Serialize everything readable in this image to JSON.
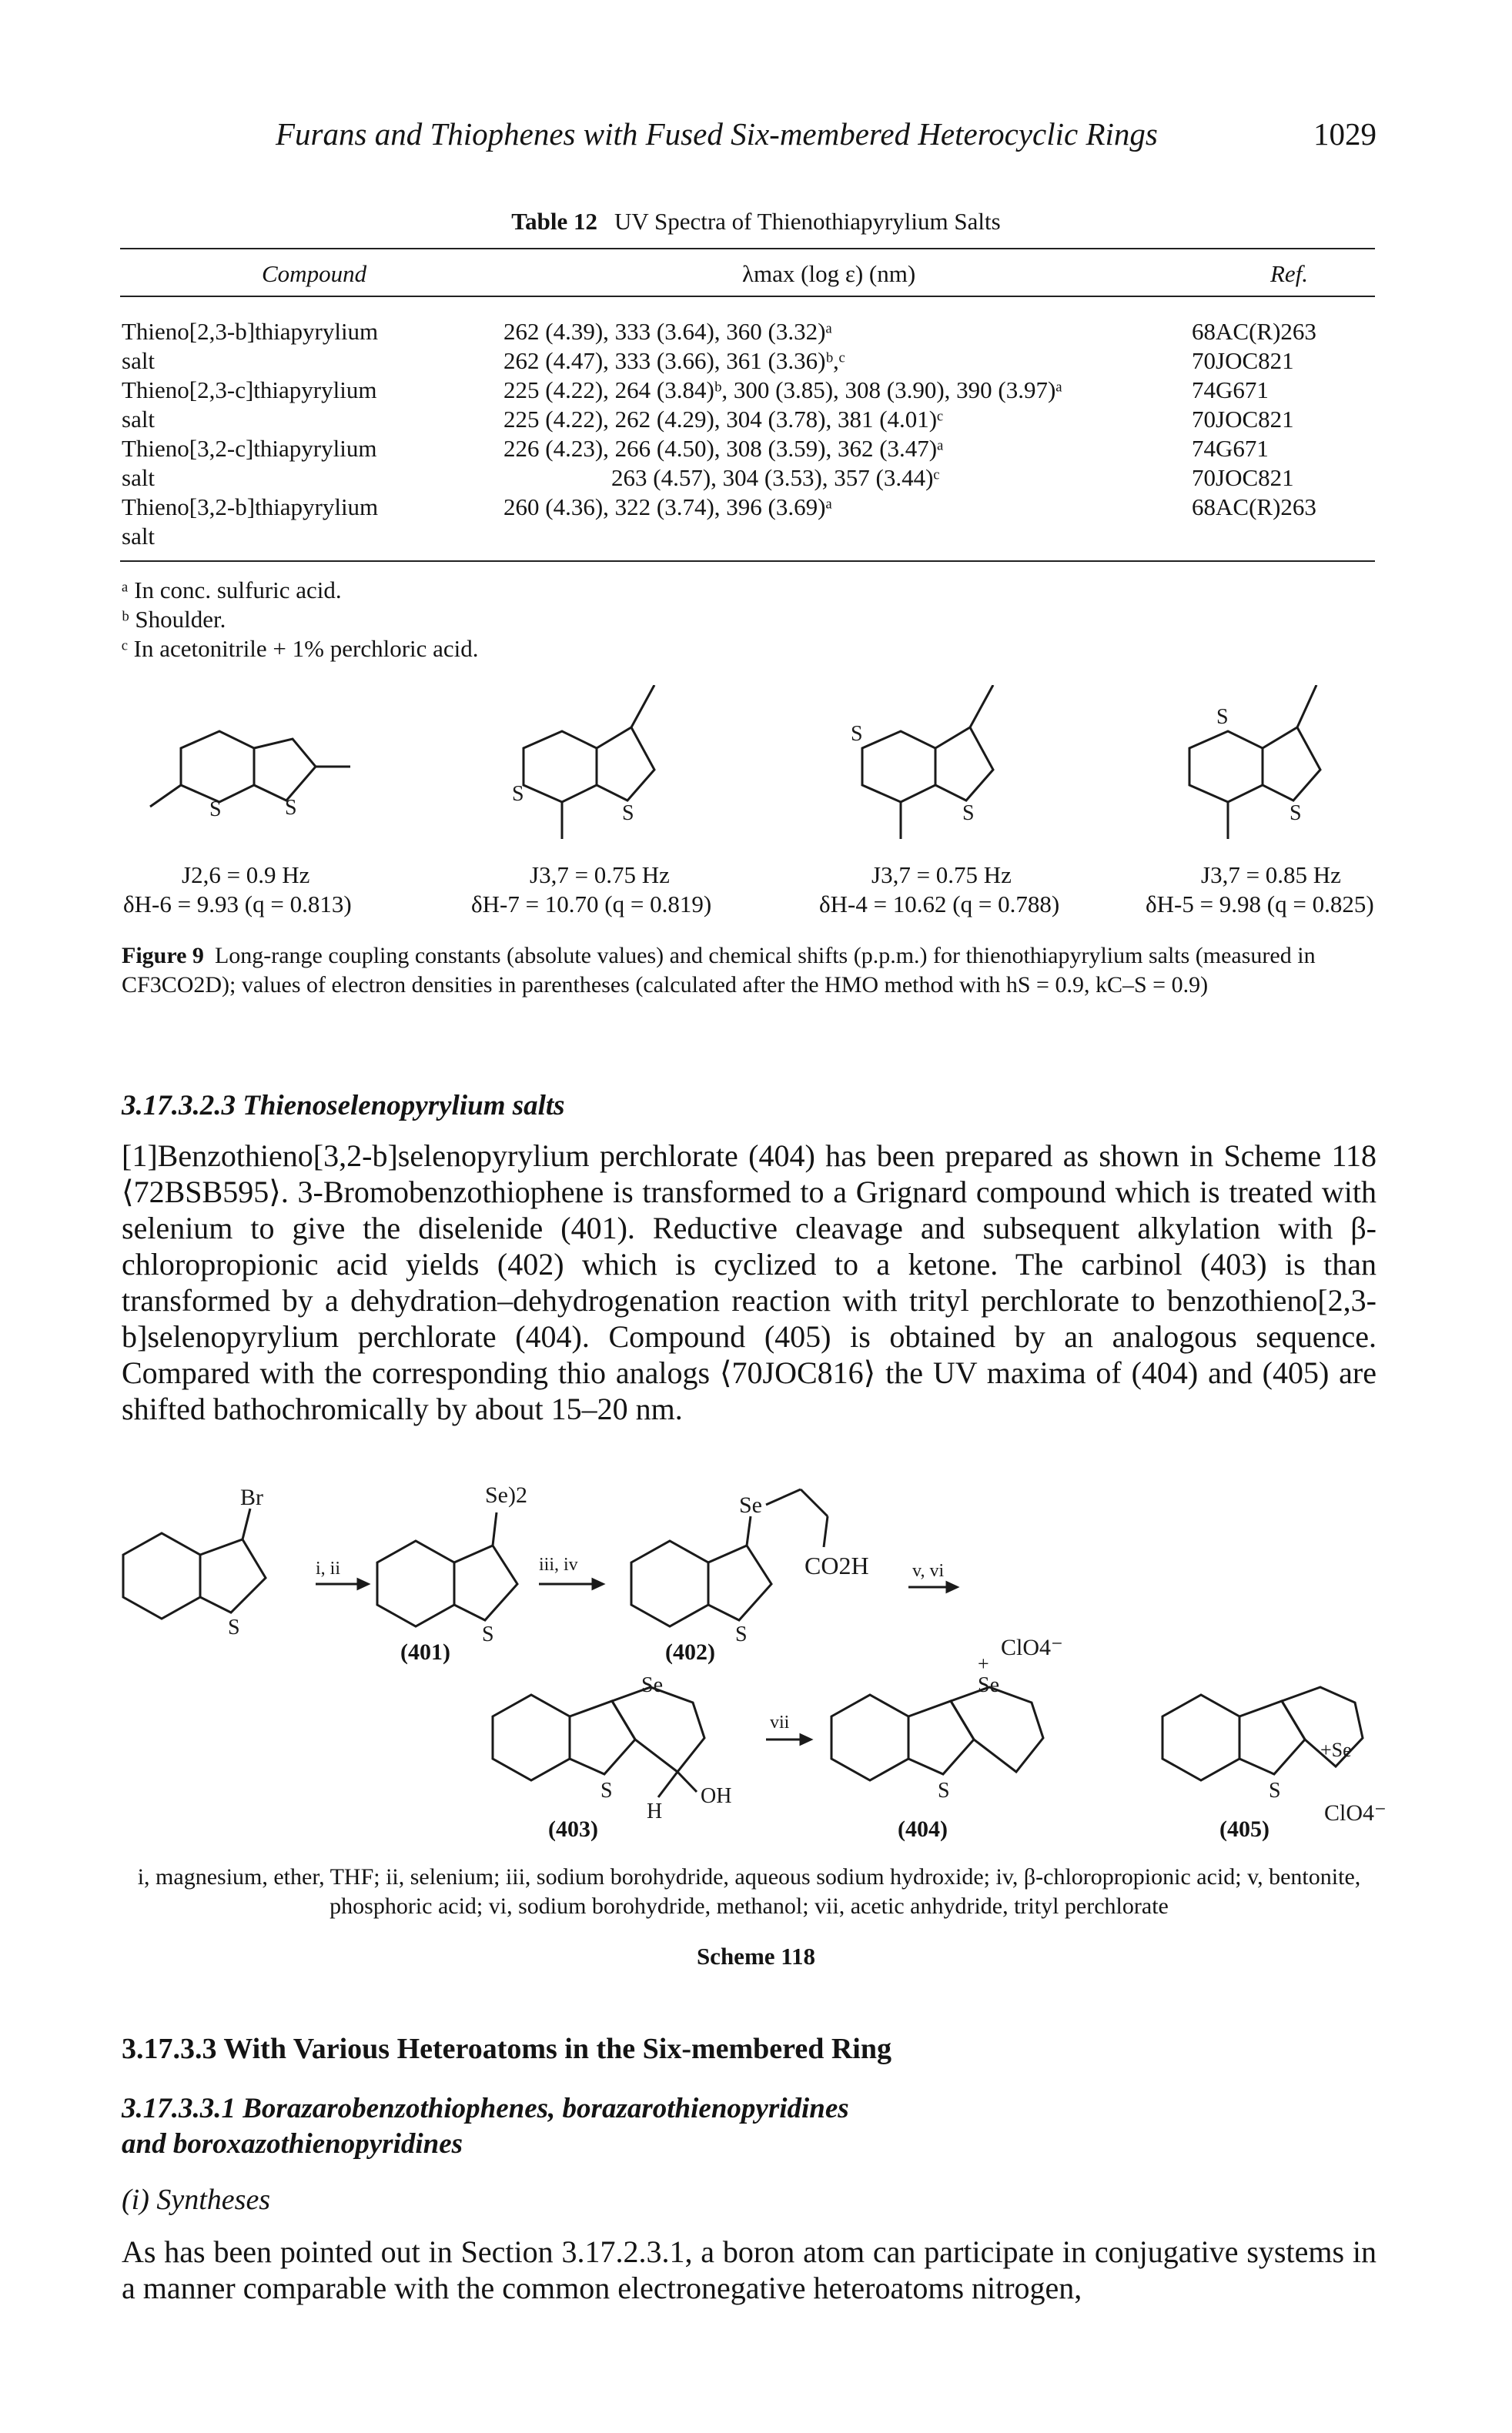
{
  "header": {
    "running_title": "Furans and Thiophenes with Fused Six-membered Heterocyclic Rings",
    "page_number": "1029"
  },
  "table": {
    "label": "Table 12",
    "title": "UV Spectra of Thienothiapyrylium Salts",
    "col_compound": "Compound",
    "col_lambda": "λmax (log ε) (nm)",
    "col_ref": "Ref.",
    "compound_lines": [
      "Thieno[2,3-b]thiapyrylium",
      "salt",
      "Thieno[2,3-c]thiapyrylium",
      "salt",
      "Thieno[3,2-c]thiapyrylium",
      "salt",
      "Thieno[3,2-b]thiapyrylium",
      "salt"
    ],
    "lambda_lines": [
      "262 (4.39), 333 (3.64), 360 (3.32)ᵃ",
      "262 (4.47), 333 (3.66), 361 (3.36)ᵇ,ᶜ",
      "225 (4.22), 264 (3.84)ᵇ, 300 (3.85), 308 (3.90), 390 (3.97)ᵃ",
      "225 (4.22), 262 (4.29), 304 (3.78), 381 (4.01)ᶜ",
      "226 (4.23), 266 (4.50), 308 (3.59), 362 (3.47)ᵃ",
      "263 (4.57), 304 (3.53), 357 (3.44)ᶜ",
      "260 (4.36), 322 (3.74), 396 (3.69)ᵃ"
    ],
    "ref_lines": [
      "68AC(R)263",
      "70JOC821",
      "74G671",
      "70JOC821",
      "74G671",
      "70JOC821",
      "68AC(R)263"
    ],
    "footnotes": [
      "ᵃ In conc. sulfuric acid.",
      "ᵇ Shoulder.",
      "ᶜ In acetonitrile + 1% perchloric acid."
    ]
  },
  "figure9": {
    "j_labels": [
      "J2,6 = 0.9 Hz",
      "J3,7 = 0.75 Hz",
      "J3,7 = 0.75 Hz",
      "J3,7 = 0.85 Hz"
    ],
    "delta_labels": [
      "δH-6 = 9.93 (q = 0.813)",
      "δH-7 = 10.70 (q = 0.819)",
      "δH-4 = 10.62 (q = 0.788)",
      "δH-5 = 9.98 (q = 0.825)"
    ],
    "caption_label": "Figure 9",
    "caption_text": "Long-range coupling constants (absolute values) and chemical shifts (p.p.m.) for thienothiapyrylium salts (measured in CF3CO2D); values of electron densities in parentheses (calculated after the HMO method with hS = 0.9, kC–S = 0.9)"
  },
  "section_3_17_3_2_3": {
    "heading": "3.17.3.2.3 Thienoselenopyrylium salts",
    "paragraph": "[1]Benzothieno[3,2-b]selenopyrylium perchlorate (404) has been prepared as shown in Scheme 118 ⟨72BSB595⟩. 3-Bromobenzothiophene is transformed to a Grignard compound which is treated with selenium to give the diselenide (401). Reductive cleavage and subsequent alkylation with β-chloropropionic acid yields (402) which is cyclized to a ketone. The carbinol (403) is than transformed by a dehydration–dehydrogenation reaction with trityl perchlorate to benzothieno[2,3-b]selenopyrylium perchlorate (404). Compound (405) is obtained by an analogous sequence. Compared with the corresponding thio analogs ⟨70JOC816⟩ the UV maxima of (404) and (405) are shifted bathochromically by about 15–20 nm."
  },
  "scheme118": {
    "compound_labels": [
      "(401)",
      "(402)",
      "(403)",
      "(404)",
      "(405)"
    ],
    "arrow_labels": [
      "i, ii",
      "iii, iv",
      "v, vi",
      "vii"
    ],
    "atom_labels": {
      "br": "Br",
      "se2": "Se)2",
      "se": "Se",
      "s": "S",
      "co2h": "CO2H",
      "oh": "OH",
      "h": "H",
      "clo4": "ClO4⁻",
      "plus": "+",
      "plus_se": "+Se"
    },
    "legend": "i, magnesium, ether, THF; ii, selenium; iii, sodium borohydride, aqueous sodium hydroxide; iv, β-chloropropionic acid; v, bentonite, phosphoric acid; vi, sodium borohydride, methanol; vii, acetic anhydride, trityl perchlorate",
    "title": "Scheme 118"
  },
  "section_3_17_3_3": {
    "heading": "3.17.3.3 With Various Heteroatoms in the Six-membered Ring",
    "subheading_line1": "3.17.3.3.1 Borazarobenzothiophenes, borazarothienopyridines",
    "subheading_line2": "and boroxazothienopyridines",
    "subsection": "(i) Syntheses",
    "paragraph": "As has been pointed out in Section 3.17.2.3.1, a boron atom can participate in conjugative systems in a manner comparable with the common electronegative heteroatoms nitrogen,"
  }
}
